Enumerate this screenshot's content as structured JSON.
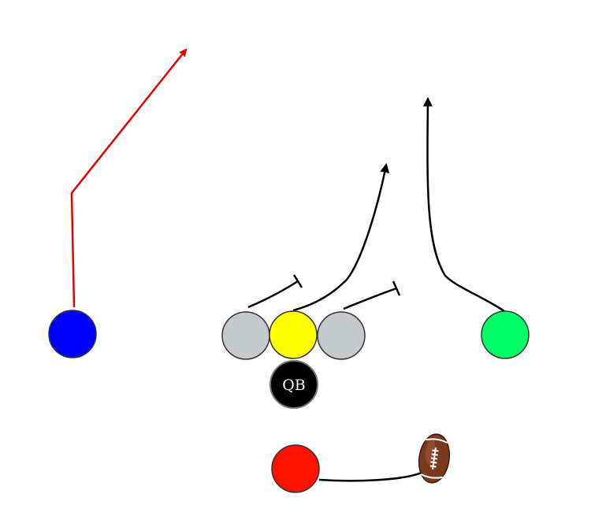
{
  "diagram": {
    "players": [
      {
        "id": "blue-receiver",
        "color": "#0000ff"
      },
      {
        "id": "left-lineman",
        "color": "#c4c9cc"
      },
      {
        "id": "center",
        "color": "#ffff00"
      },
      {
        "id": "right-lineman",
        "color": "#c4c9cc"
      },
      {
        "id": "green-receiver",
        "color": "#00ff66"
      },
      {
        "id": "quarterback",
        "color": "#000000",
        "label": "QB",
        "label_color": "#ffffff"
      },
      {
        "id": "red-running-back",
        "color": "#ff1100"
      }
    ],
    "routes": [
      {
        "id": "blue-route",
        "color": "#e60000",
        "end": "arrow"
      },
      {
        "id": "center-route",
        "color": "#000000",
        "end": "arrow"
      },
      {
        "id": "green-route",
        "color": "#000000",
        "end": "arrow"
      },
      {
        "id": "left-lineman-block",
        "color": "#000000",
        "end": "block"
      },
      {
        "id": "right-lineman-block",
        "color": "#000000",
        "end": "block"
      },
      {
        "id": "running-back-route",
        "color": "#000000",
        "end": "football"
      }
    ],
    "football_icon": "football-icon"
  }
}
